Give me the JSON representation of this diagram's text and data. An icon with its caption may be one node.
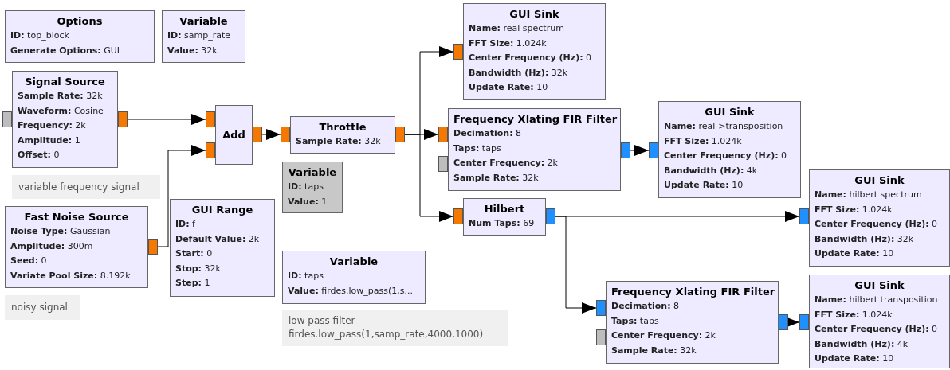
{
  "diagram": {
    "nodes": [
      {
        "text": [
          "Options",
          "**ID:** top_block",
          "**Generate Options:** GUI"
        ]
      },
      {
        "text": [
          "Variable",
          "**ID:** samp_rate",
          "**Value:** 32k"
        ]
      },
      {
        "text": [
          "Signal Source",
          "**Sample Rate:** 32k",
          "**Waveform:** Cosine",
          "**Frequency:** 2k",
          "**Amplitude:** 1",
          "**Offset:** 0"
        ]
      },
      {
        "text": [
          "Add"
        ]
      },
      {
        "text": [
          "Throttle",
          "**Sample Rate:** 32k"
        ]
      },
      {
        "text": [
          "Variable",
          "**ID:** taps",
          "**Value:** 1"
        ]
      },
      {
        "text": [
          "variable frequency signal"
        ]
      },
      {
        "text": [
          "Fast Noise Source",
          "**Noise Type:** Gaussian",
          "**Amplitude:** 300m",
          "**Seed:** 0",
          "**Variate Pool Size:** 8.192k"
        ]
      },
      {
        "text": [
          "GUI Range",
          "**ID:** f",
          "**Default Value:** 2k",
          "**Start:** 0",
          "**Stop:** 32k",
          "**Step:** 1"
        ]
      },
      {
        "text": [
          "Variable",
          "**ID:** taps",
          "**Value:** firdes.low_pass(1,s..."
        ]
      },
      {
        "text": [
          "noisy signal"
        ]
      },
      {
        "text": [
          "low pass filter",
          "firdes.low_pass(1,samp_rate,4000,1000)"
        ]
      },
      {
        "text": [
          "GUI Sink",
          "**Name:** real spectrum",
          "**FFT Size:** 1.024k",
          "**Center Frequency (Hz):** 0",
          "**Bandwidth (Hz):** 32k",
          "**Update Rate:** 10"
        ]
      },
      {
        "text": [
          "Frequency Xlating FIR Filter",
          "**Decimation:** 8",
          "**Taps:** taps",
          "**Center Frequency:** 2k",
          "**Sample Rate:** 32k"
        ]
      },
      {
        "text": [
          "GUI Sink",
          "**Name:** real->transposition",
          "**FFT Size:** 1.024k",
          "**Center Frequency (Hz):** 0",
          "**Bandwidth (Hz):** 4k",
          "**Update Rate:** 10"
        ]
      },
      {
        "text": [
          "Hilbert",
          "**Num Taps:** 69"
        ]
      },
      {
        "text": [
          "GUI Sink",
          "**Name:** hilbert spectrum",
          "**FFT Size:** 1.024k",
          "**Center Frequency (Hz):** 0",
          "**Bandwidth (Hz):** 32k",
          "**Update Rate:** 10"
        ]
      },
      {
        "text": [
          "Frequency Xlating FIR Filter",
          "**Decimation:** 8",
          "**Taps:** taps",
          "**Center Frequency:** 2k",
          "**Sample Rate:** 32k"
        ]
      },
      {
        "text": [
          "GUI Sink",
          "**Name:** hilbert transposition",
          "**FFT Size:** 1.024k",
          "**Center Frequency (Hz):** 0",
          "**Bandwidth (Hz):** 4k",
          "**Update Rate:** 10"
        ]
      }
    ],
    "edges": [
      {
        "from": 2,
        "to": 3,
        "arrow": "to"
      },
      {
        "from": 7,
        "to": 3,
        "arrow": "to"
      },
      {
        "from": 3,
        "to": 4,
        "arrow": "to"
      },
      {
        "from": 4,
        "to": 12,
        "arrow": "to"
      },
      {
        "from": 4,
        "to": 13,
        "arrow": "to"
      },
      {
        "from": 4,
        "to": 15,
        "arrow": "to"
      },
      {
        "from": 13,
        "to": 14,
        "arrow": "to"
      },
      {
        "from": 15,
        "to": 16,
        "arrow": "to"
      },
      {
        "from": 15,
        "to": 17,
        "arrow": "to"
      },
      {
        "from": 17,
        "to": 18,
        "arrow": "to"
      }
    ]
  }
}
